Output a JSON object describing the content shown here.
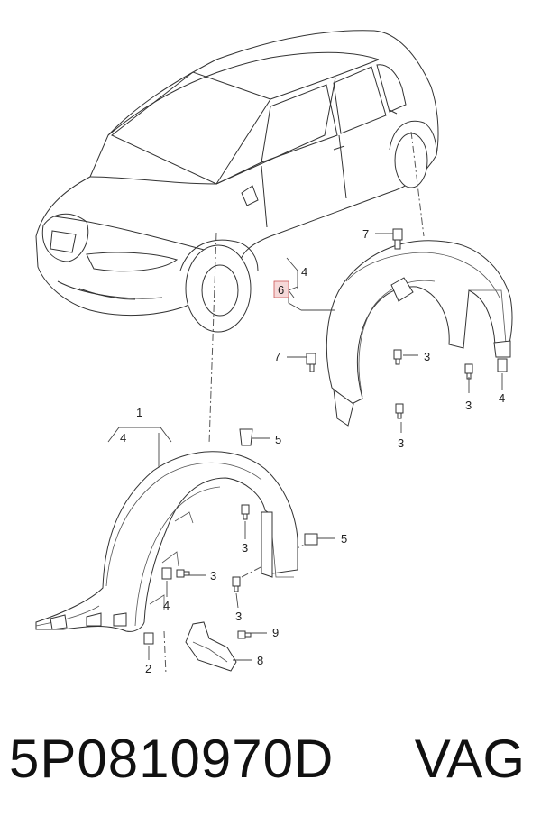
{
  "callouts": {
    "c1": "1",
    "c2": "2",
    "c3a": "3",
    "c3b": "3",
    "c3c": "3",
    "c3d": "3",
    "c3e": "3",
    "c3f": "3",
    "c4a": "4",
    "c4b": "4",
    "c4c": "4",
    "c4d": "4",
    "c5a": "5",
    "c5b": "5",
    "c6": "6",
    "c7a": "7",
    "c7b": "7",
    "c8": "8",
    "c9": "9"
  },
  "footer": {
    "part_number": "5P0810970D",
    "brand": "VAG"
  }
}
